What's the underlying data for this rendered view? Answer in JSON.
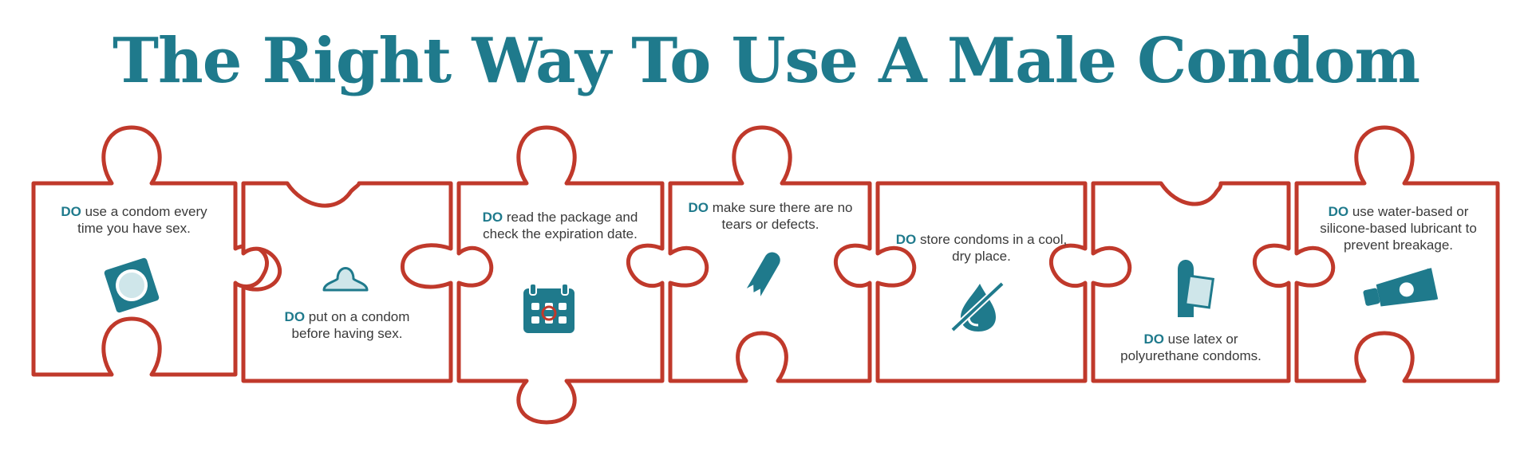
{
  "title": "The Right Way To Use A Male Condom",
  "colors": {
    "teal": "#1f7a8c",
    "outline": "#c0392b",
    "text": "#3a3a3a"
  },
  "steps": [
    {
      "do": "DO",
      "text": "use a condom every time you have sex.",
      "icon": "condom-packet-icon"
    },
    {
      "do": "DO",
      "text": "put on a condom before having sex.",
      "icon": "condom-icon"
    },
    {
      "do": "DO",
      "text": "read the package and check the expiration date.",
      "icon": "calendar-icon"
    },
    {
      "do": "DO",
      "text": "make sure there are no tears or defects.",
      "icon": "torn-condom-icon"
    },
    {
      "do": "DO",
      "text": "store condoms in a cool, dry place.",
      "icon": "no-water-drop-icon"
    },
    {
      "do": "DO",
      "text": "use latex or polyurethane condoms.",
      "icon": "condom-wrapper-icon"
    },
    {
      "do": "DO",
      "text": "use water-based or silicone-based lubricant to prevent breakage.",
      "icon": "lubricant-tube-icon"
    }
  ]
}
